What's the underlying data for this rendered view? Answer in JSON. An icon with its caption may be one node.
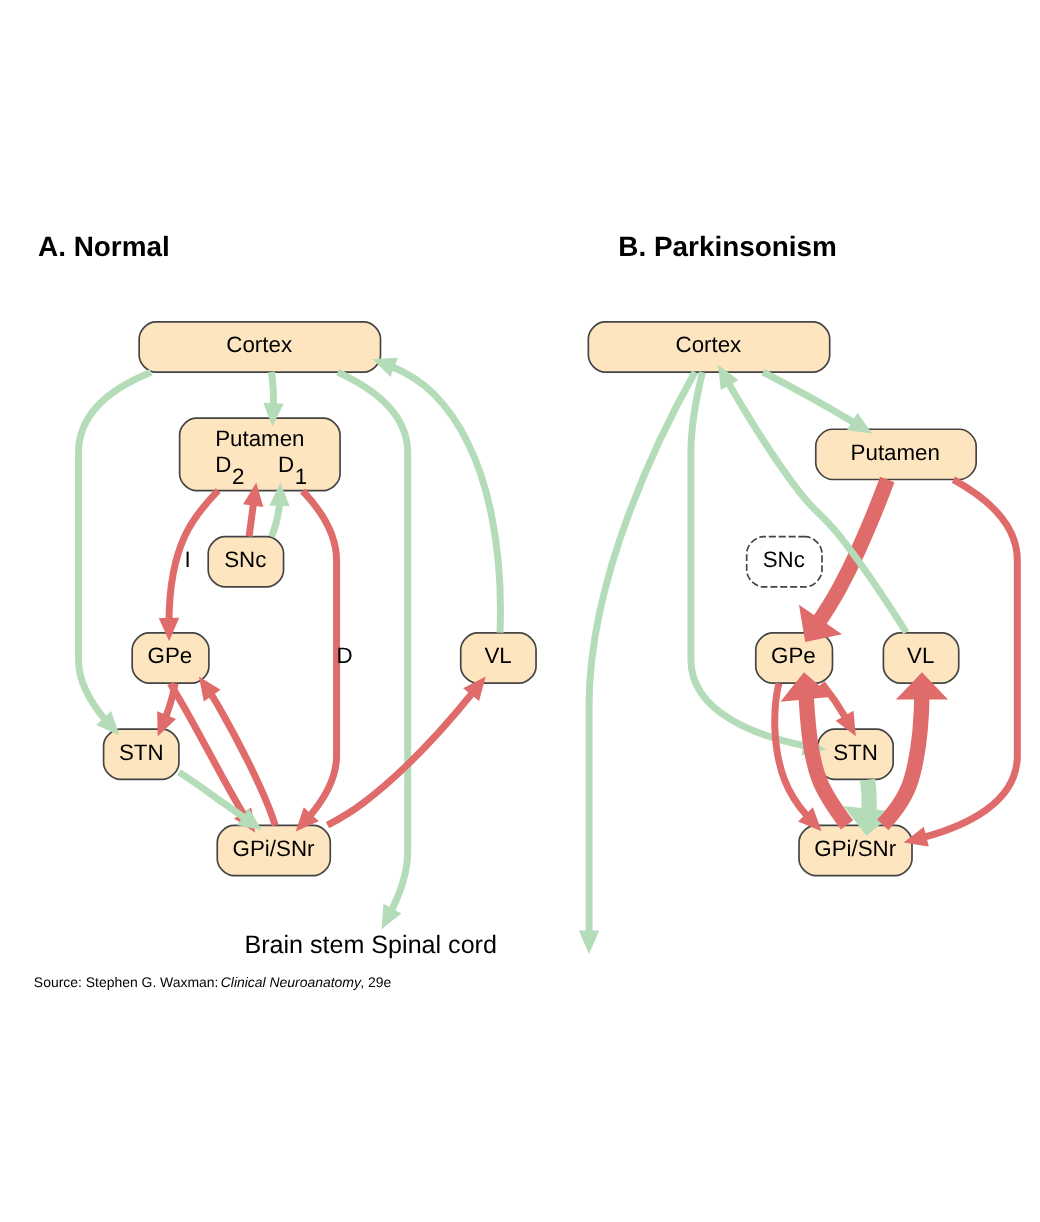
{
  "diagram": {
    "caption": "Source: Stephen G. Waxman: *Clinical Neuroanatomy*, 29e",
    "nodes": [
      {
        "text": [
          "Cortex"
        ]
      },
      {
        "text": [
          "Putamen",
          "D$_{2}$",
          "D$_{1}$"
        ]
      },
      {
        "text": [
          "SNc"
        ]
      },
      {
        "text": [
          "GPe"
        ]
      },
      {
        "text": [
          "STN"
        ]
      },
      {
        "text": [
          "GPi/SNr"
        ]
      },
      {
        "text": [
          "VL"
        ]
      },
      {
        "text": [
          "Brain stem Spinal cord"
        ]
      },
      {
        "text": [
          "Cortex"
        ]
      },
      {
        "text": [
          "Putamen"
        ]
      },
      {
        "text": [
          "SNc"
        ]
      },
      {
        "text": [
          "GPe"
        ]
      },
      {
        "text": [
          "STN"
        ]
      },
      {
        "text": [
          "GPi/SNr"
        ]
      },
      {
        "text": [
          "VL"
        ]
      }
    ],
    "edges": [
      {
        "from": 0,
        "to": 1,
        "arrow": "to",
        "color": "#b5dcb8"
      },
      {
        "from": 0,
        "to": 7,
        "arrow": "to",
        "color": "#b5dcb8"
      },
      {
        "from": 0,
        "to": 4,
        "arrow": "to",
        "color": "#b5dcb8"
      },
      {
        "from": 2,
        "to": 1,
        "arrow": "to"
      },
      {
        "from": 2,
        "to": 1,
        "arrow": "to",
        "color": "#b5dcb8"
      },
      {
        "from": 1,
        "to": 3,
        "arrow": "to",
        "label": "I"
      },
      {
        "from": 1,
        "to": 5,
        "arrow": "to",
        "label": "D"
      },
      {
        "from": 3,
        "to": 4,
        "arrow": "to"
      },
      {
        "from": 3,
        "to": 5,
        "arrow": "to"
      },
      {
        "from": 5,
        "to": 3,
        "arrow": "to"
      },
      {
        "from": 4,
        "to": 5,
        "arrow": "to",
        "color": "#b5dcb8"
      },
      {
        "from": 5,
        "to": 6,
        "arrow": "to"
      },
      {
        "from": 6,
        "to": 0,
        "arrow": "to",
        "color": "#b5dcb8"
      },
      {
        "from": 8,
        "to": 9,
        "arrow": "to",
        "color": "#b5dcb8"
      },
      {
        "from": 8,
        "to": null,
        "arrow": "to",
        "color": "#b5dcb8"
      },
      {
        "from": 8,
        "to": 12,
        "arrow": "to",
        "color": "#b5dcb8"
      },
      {
        "from": 9,
        "to": 11,
        "arrow": "to",
        "style": "thick"
      },
      {
        "from": 9,
        "to": 13,
        "arrow": "to"
      },
      {
        "from": 11,
        "to": 12,
        "arrow": "to"
      },
      {
        "from": 11,
        "to": 13,
        "arrow": "to"
      },
      {
        "from": 13,
        "to": 11,
        "arrow": "to",
        "style": "thick"
      },
      {
        "from": 12,
        "to": 13,
        "arrow": "to",
        "style": "thick",
        "color": "#b5dcb8"
      },
      {
        "from": 13,
        "to": 14,
        "arrow": "to",
        "style": "thick"
      },
      {
        "from": 14,
        "to": 8,
        "arrow": "to",
        "color": "#b5dcb8"
      }
    ],
    "labels": [
      "A. Normal",
      "B. Parkinsonism"
    ]
  }
}
